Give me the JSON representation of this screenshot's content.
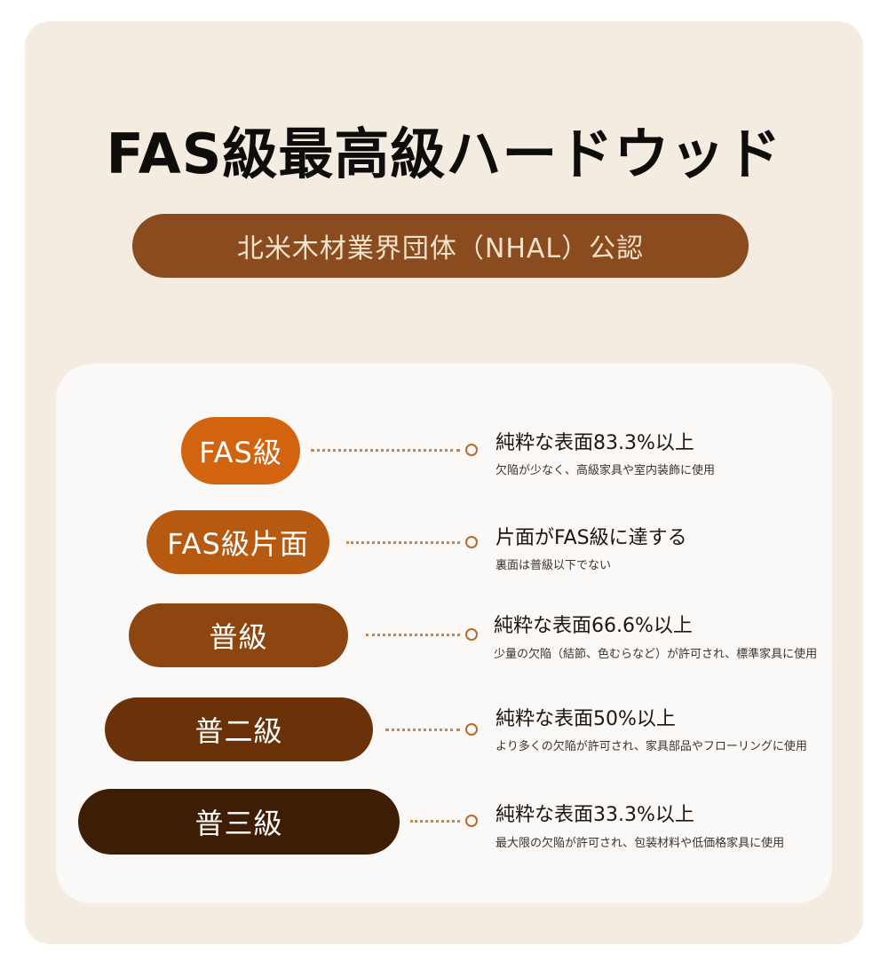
{
  "header": {
    "title": "FAS級最高級ハードウッド",
    "subtitle": "北米木材業界団体（NHAL）公認"
  },
  "grades": [
    {
      "label": "FAS級",
      "color": "#d3640f",
      "desc_title": "純粋な表面83.3%以上",
      "desc_sub": "欠陥が少なく、高級家具や室内装飾に使用"
    },
    {
      "label": "FAS級片面",
      "color": "#b65a12",
      "desc_title": "片面がFAS級に達する",
      "desc_sub": "裏面は普級以下でない"
    },
    {
      "label": "普級",
      "color": "#8e4611",
      "desc_title": "純粋な表面66.6%以上",
      "desc_sub": "少量の欠陥（結節、色むらなど）が許可され、標準家具に使用"
    },
    {
      "label": "普二級",
      "color": "#6b3209",
      "desc_title": "純粋な表面50%以上",
      "desc_sub": "より多くの欠陥が許可され、家具部品やフローリングに使用"
    },
    {
      "label": "普三級",
      "color": "#3f1d05",
      "desc_title": "純粋な表面33.3%以上",
      "desc_sub": "最大限の欠陥が許可され、包装材料や低価格家具に使用"
    }
  ]
}
